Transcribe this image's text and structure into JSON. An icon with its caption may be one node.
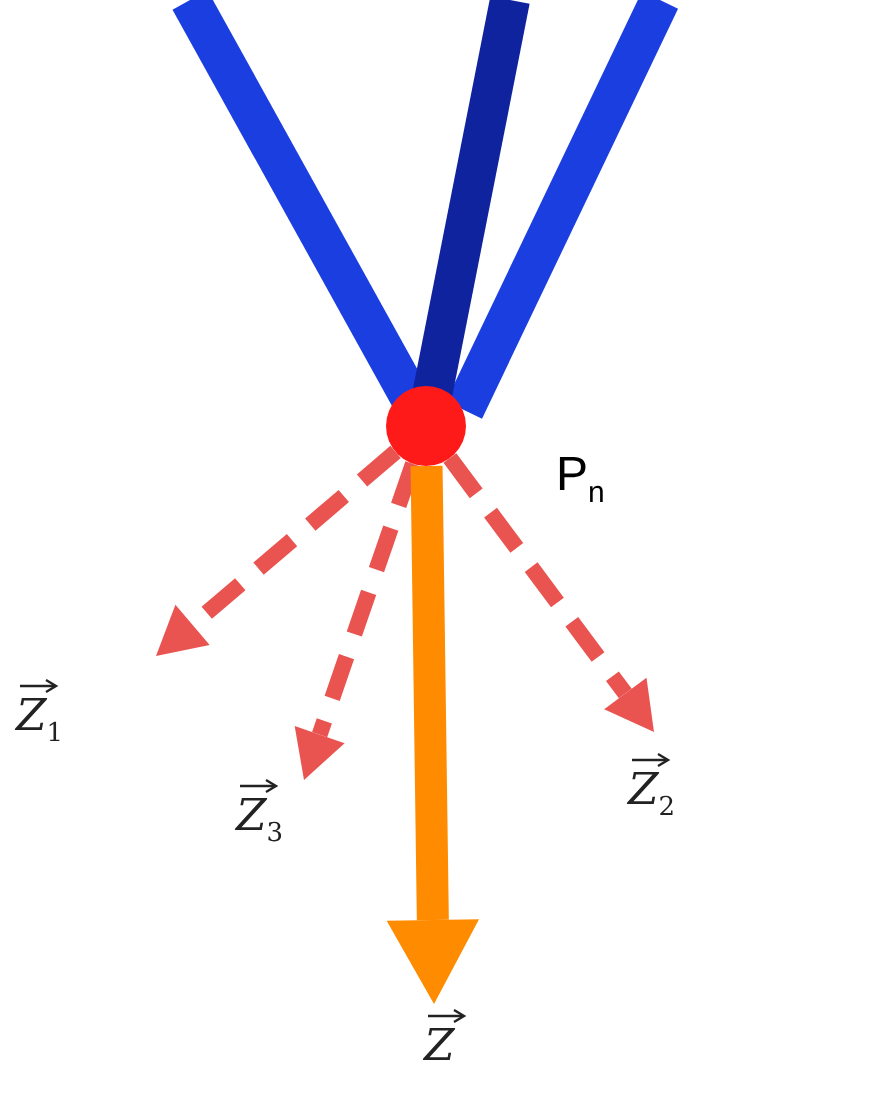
{
  "diagram": {
    "nodes": [
      {
        "text": [],
        "shape": "circle",
        "beside": [
          "P$_{n}$"
        ]
      },
      {
        "text": [
          "Z$_{1}$"
        ]
      },
      {
        "text": [
          "Z$_{3}$"
        ]
      },
      {
        "text": [
          "Z$_{2}$"
        ]
      },
      {
        "text": [
          "Z"
        ]
      }
    ],
    "edges": [
      {
        "from": 0,
        "to": 1,
        "arrow": "to",
        "style": "dashed"
      },
      {
        "from": 0,
        "to": 2,
        "arrow": "to",
        "style": "dashed"
      },
      {
        "from": 0,
        "to": 3,
        "arrow": "to",
        "style": "dashed"
      },
      {
        "from": 0,
        "to": 4,
        "arrow": "to",
        "style": "thick",
        "color": "#ff8c00"
      }
    ]
  }
}
